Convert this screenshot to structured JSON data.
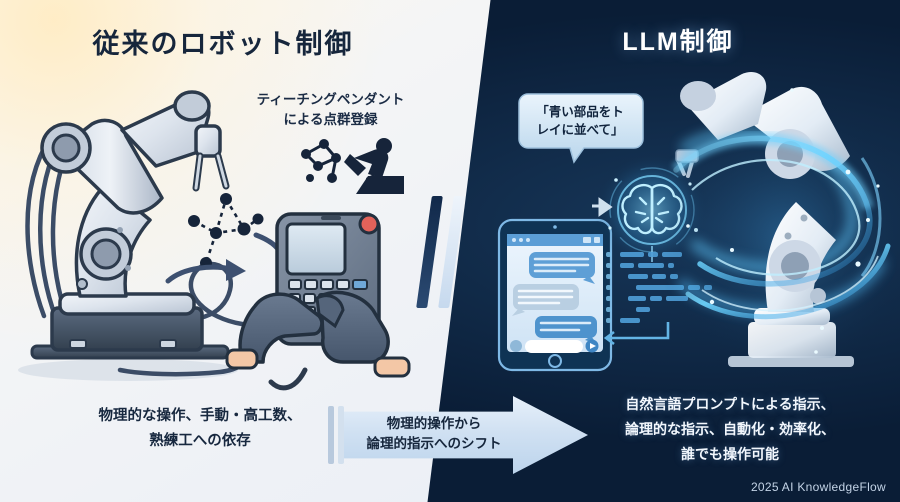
{
  "meta": {
    "watermark": "2025 AI KnowledgeFlow"
  },
  "left_panel": {
    "title": "従来のロボット制御",
    "annotation": "ティーチングペンダント\nによる点群登録",
    "annotation_line1": "ティーチングペンダント",
    "annotation_line2": "による点群登録",
    "caption_line1": "物理的な操作、手動・高工数、",
    "caption_line2": "熟練工への依存",
    "icons": [
      "industrial-robot-arm-icon",
      "teaching-pendant-icon",
      "gloved-hands-icon",
      "point-cloud-nodes-icon",
      "worker-digging-icon",
      "curved-arrow-icon",
      "cable-icon"
    ],
    "colors": {
      "background_warm": "#fdf7ec",
      "background_cool": "#e9eef6",
      "text": "#16263c",
      "robot_body": "#dfe6ee",
      "robot_outline": "#2c3e58"
    }
  },
  "right_panel": {
    "title": "LLM制御",
    "speech_bubble": "「青い部品をト\nレイに並べて」",
    "speech_bubble_line1": "「青い部品をト",
    "speech_bubble_line2": "レイに並べて」",
    "caption_line1": "自然言語プロンプトによる指示、",
    "caption_line2": "論理的な指示、自動化・効率化、",
    "caption_line3": "誰でも操作可能",
    "icons": [
      "tablet-chat-icon",
      "brain-ai-icon",
      "code-lines-icon",
      "glowing-robot-arm-icon",
      "light-trail-icon",
      "left-arrow-icon",
      "gripper-icon"
    ],
    "colors": {
      "background_dark": "#0a1d36",
      "background_mid": "#1d4a7a",
      "accent_glow": "#5ec8ff",
      "text": "#f2f7fd"
    }
  },
  "center_arrow": {
    "line1": "物理的操作から",
    "line2": "論理的指示へのシフト",
    "fill": "#cfe0f2"
  },
  "divider": {
    "slash_dark": "#1a3558",
    "slash_light": "#eef4fb"
  }
}
